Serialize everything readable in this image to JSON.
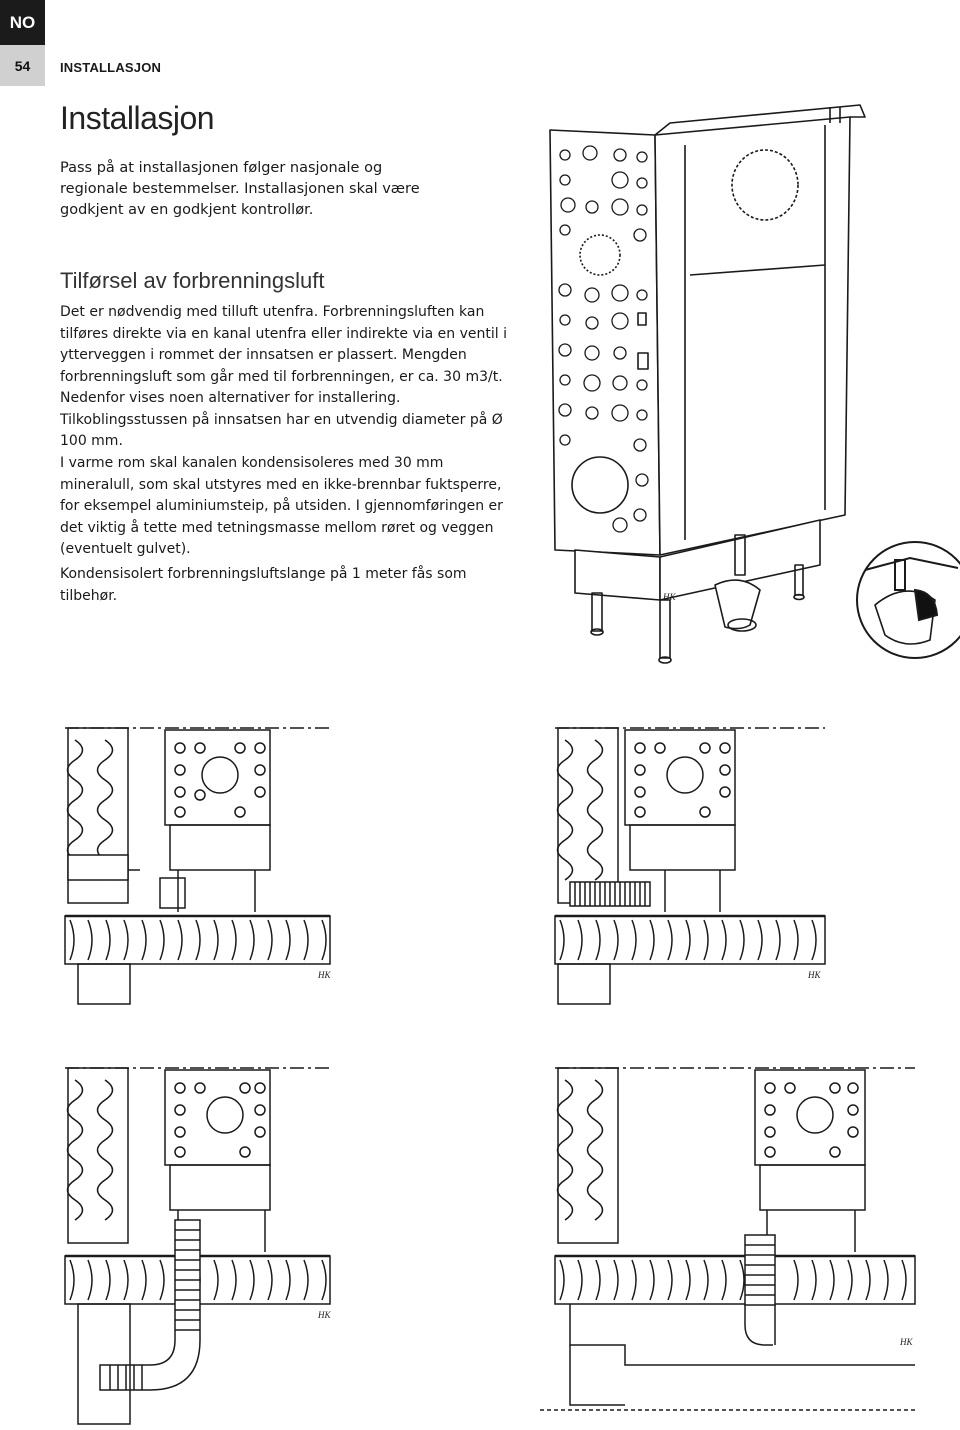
{
  "header": {
    "language": "NO",
    "page_number": "54",
    "section": "INSTALLASJON"
  },
  "content": {
    "title": "Installasjon",
    "intro": "Pass på at installasjonen følger nasjonale og regionale bestemmelser. Installasjonen skal være godkjent av en godkjent kontrollør.",
    "subheading": "Tilførsel av forbrenningsluft",
    "paragraphs": [
      "Det er nødvendig med tilluft utenfra. Forbrenningsluften kan tilføres direkte via en kanal utenfra eller indirekte via en ventil i ytterveggen i rommet der innsatsen er plassert. Mengden forbrenningsluft som går med til forbrenningen, er ca. 30 m3/t. Nedenfor vises noen alternativer for installering. Tilkoblingsstussen på innsatsen har en utvendig diameter på Ø 100 mm.",
      "I varme rom skal kanalen kondensisoleres med 30 mm mineralull, som skal utstyres med en ikke-brennbar fuktsperre, for eksempel aluminiumsteip, på utsiden. I gjennomføringen er det viktig å tette med tetningsmasse mellom røret og veggen (eventuelt gulvet).",
      "Kondensisolert forbrenningsluftslange på 1 meter fås som tilbehør."
    ]
  },
  "figures": {
    "logo_mark": "HK"
  }
}
